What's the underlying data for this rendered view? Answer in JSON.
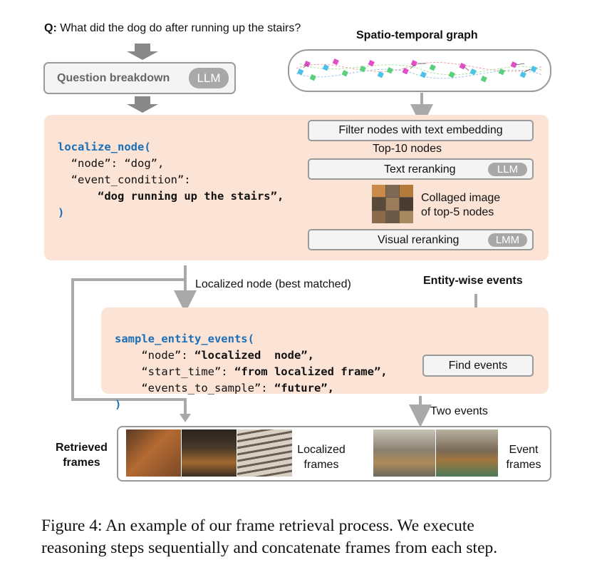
{
  "question": {
    "prefix": "Q:",
    "text": "What did the dog do after running up the stairs?"
  },
  "graph_title": "Spatio-temporal graph",
  "breakdown": {
    "label": "Question breakdown",
    "badge": "LLM"
  },
  "localize": {
    "func": "localize_node(",
    "line1": "“node”: “dog”,",
    "line2": "“event_condition”:",
    "line3": "“dog running up the stairs”,",
    "close": ")"
  },
  "filter_box": "Filter nodes with text embedding",
  "top10": "Top-10 nodes",
  "rerank_text": {
    "label": "Text reranking",
    "badge": "LLM"
  },
  "collage": {
    "line1": "Collaged image",
    "line2": "of top-5 nodes"
  },
  "rerank_visual": {
    "label": "Visual reranking",
    "badge": "LMM"
  },
  "localized_label": "Localized node (best matched)",
  "entity_title": "Entity-wise events",
  "sample": {
    "func": "sample_entity_events(",
    "l1_key": "“node”: ",
    "l1_val": "“localized  node”,",
    "l2_key": "“start_time”: ",
    "l2_val": "“from localized frame”,",
    "l3_key": "“events_to_sample”: ",
    "l3_val": "“future”,",
    "close": ")"
  },
  "find_events": "Find events",
  "two_events": "Two events",
  "retrieved": {
    "line1": "Retrieved",
    "line2": "frames"
  },
  "localized_frames": {
    "line1": "Localized",
    "line2": "frames"
  },
  "event_frames": {
    "line1": "Event",
    "line2": "frames"
  },
  "caption": {
    "line1": "Figure 4:  An example of our frame retrieval process.  We execute",
    "line2": "reasoning steps sequentially and concatenate frames from each step."
  },
  "colors": {
    "panel": "#fbe3d6",
    "keyword": "#1a6fb8",
    "arrow": "#a9a9a9",
    "badge": "#a8a8a8"
  }
}
